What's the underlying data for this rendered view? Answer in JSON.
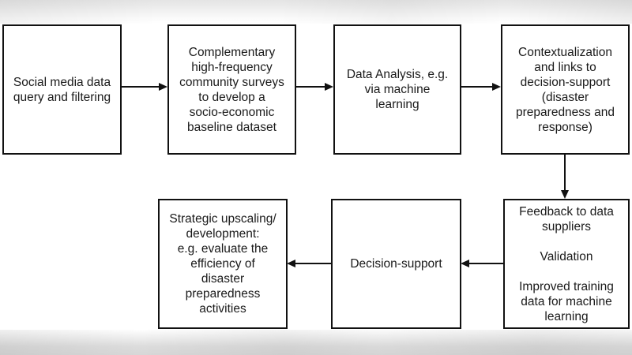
{
  "diagram": {
    "type": "flowchart",
    "boxes": [
      {
        "id": "social-media-query",
        "text": "Social media data\nquery and filtering"
      },
      {
        "id": "community-surveys",
        "text": "Complementary\nhigh-frequency\ncommunity surveys\nto develop a\nsocio-economic\nbaseline dataset"
      },
      {
        "id": "data-analysis",
        "text": "Data Analysis, e.g.\nvia machine\nlearning"
      },
      {
        "id": "contextualization",
        "text": "Contextualization\nand links to\ndecision-support\n(disaster\npreparedness and\nresponse)"
      },
      {
        "id": "feedback",
        "text": "Feedback to data\nsuppliers\n\nValidation\n\nImproved training\ndata for machine\nlearning"
      },
      {
        "id": "decision-support",
        "text": "Decision-support"
      },
      {
        "id": "strategic-upscaling",
        "text": "Strategic upscaling/\ndevelopment:\ne.g. evaluate the\nefficiency of\ndisaster\npreparedness\nactivities"
      }
    ],
    "arrows": [
      {
        "from": "social-media-query",
        "to": "community-surveys",
        "direction": "right"
      },
      {
        "from": "community-surveys",
        "to": "data-analysis",
        "direction": "right"
      },
      {
        "from": "data-analysis",
        "to": "contextualization",
        "direction": "right"
      },
      {
        "from": "contextualization",
        "to": "feedback",
        "direction": "down"
      },
      {
        "from": "feedback",
        "to": "decision-support",
        "direction": "left"
      },
      {
        "from": "decision-support",
        "to": "strategic-upscaling",
        "direction": "left"
      }
    ],
    "colors": {
      "box_border": "#111111",
      "box_fill": "#ffffff",
      "text": "#1a1a1a",
      "background": "#ffffff",
      "band_gray": "#dcdcdc"
    }
  }
}
